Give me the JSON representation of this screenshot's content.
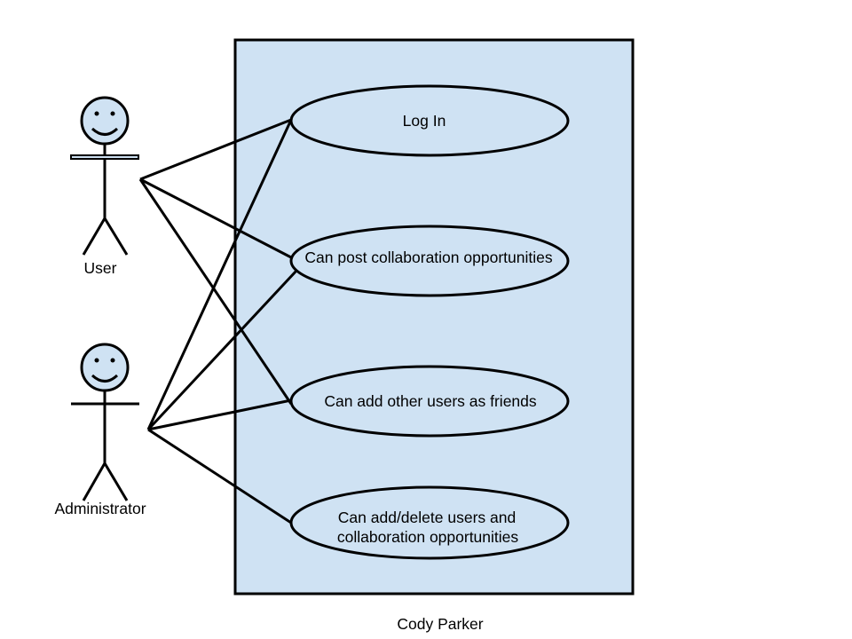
{
  "colors": {
    "system_fill": "#cfe2f3",
    "stroke": "#000000",
    "actor_fill": "#cfe2f3"
  },
  "actors": {
    "user": {
      "label": "User"
    },
    "administrator": {
      "label": "Administrator"
    }
  },
  "use_cases": {
    "login": {
      "line1": "Log In"
    },
    "post": {
      "line1": "Can post collaboration opportunities"
    },
    "friends": {
      "line1": "Can add other users as friends"
    },
    "manage": {
      "line1": "Can add/delete users and",
      "line2": "collaboration opportunities"
    }
  },
  "footer": {
    "author": "Cody Parker"
  }
}
